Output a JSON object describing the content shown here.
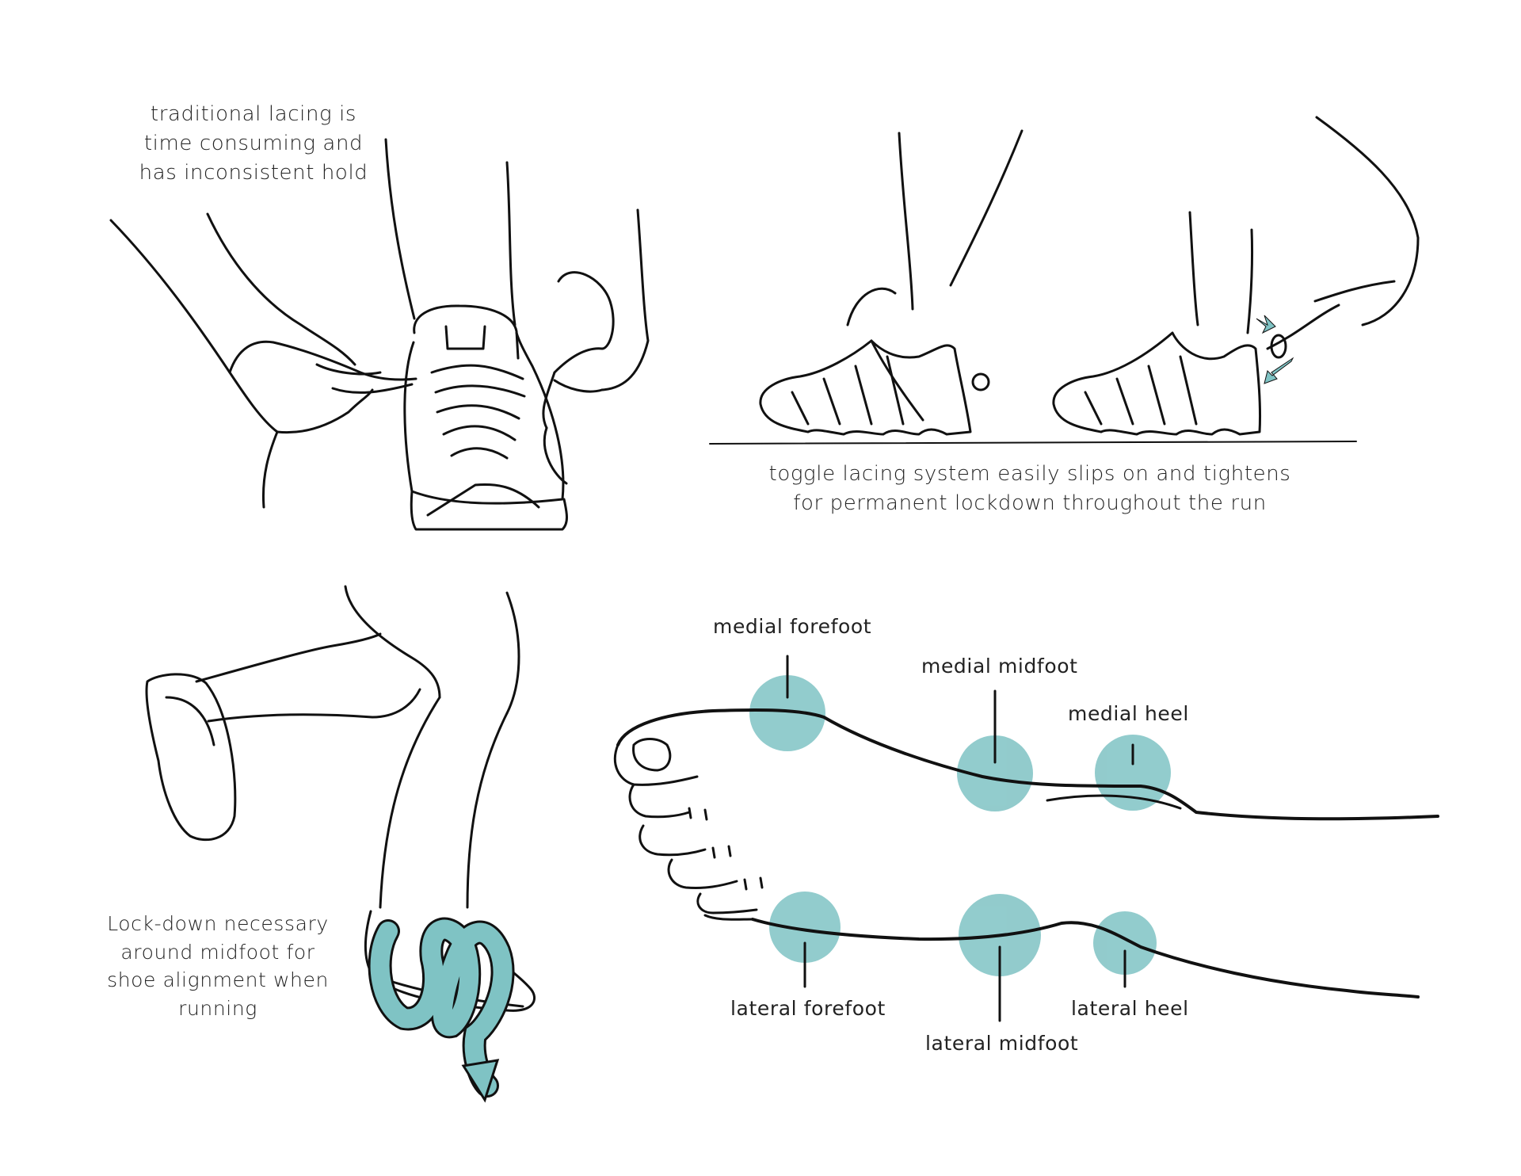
{
  "panels": {
    "traditional": {
      "caption_lines": [
        "traditional lacing is",
        "time consuming and",
        "has inconsistent hold"
      ]
    },
    "toggle": {
      "caption_lines": [
        "toggle lacing system easily slips on and tightens",
        "for permanent lockdown throughout the run"
      ]
    },
    "lockdown": {
      "caption_lines": [
        "Lock-down necessary",
        "around midfoot for",
        "shoe alignment when",
        "running"
      ]
    },
    "foot_map": {
      "labels": {
        "medial_forefoot": "medial forefoot",
        "medial_midfoot": "medial midfoot",
        "medial_heel": "medial heel",
        "lateral_forefoot": "lateral forefoot",
        "lateral_midfoot": "lateral midfoot",
        "lateral_heel": "lateral heel"
      }
    }
  },
  "colors": {
    "accent": "#7fc3c4",
    "ink": "#111111"
  }
}
